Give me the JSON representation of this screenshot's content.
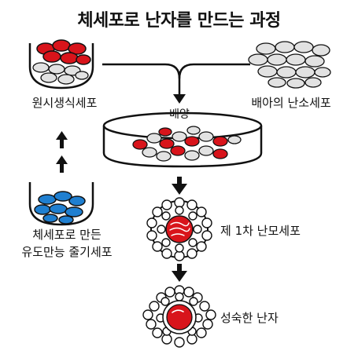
{
  "title": "체세포로 난자를 만드는 과정",
  "labels": {
    "pgc": "원시생식세포",
    "ovarian": "배아의 난소세포",
    "culture": "배양",
    "ipsc_line1": "체세포로 만든",
    "ipsc_line2": "유도만능 줄기세포",
    "oocyte1": "제 1차 난모세포",
    "mature": "성숙한 난자"
  },
  "colors": {
    "red": "#d8141b",
    "blue": "#1f7fd0",
    "gray_cell": "#e2e2e2",
    "outline": "#111111"
  }
}
